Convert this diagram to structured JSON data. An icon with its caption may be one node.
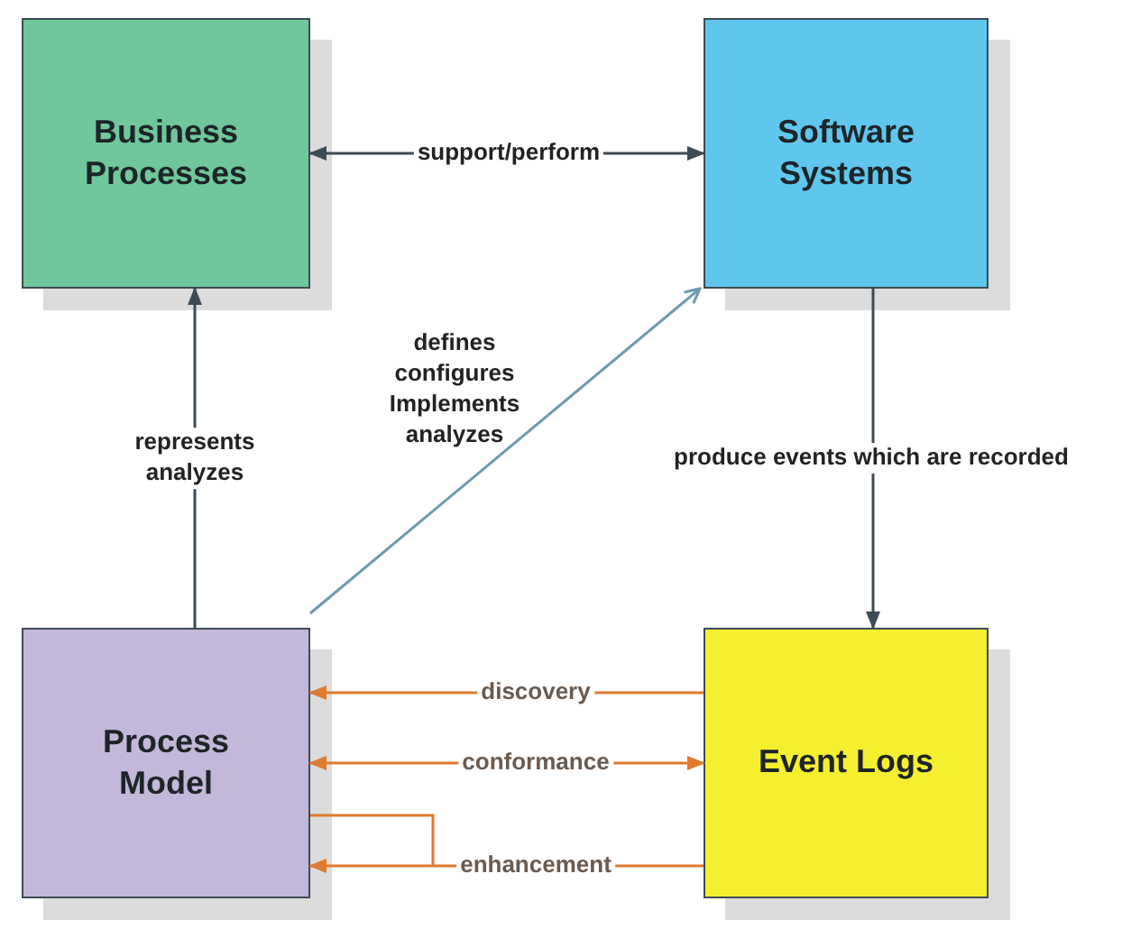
{
  "diagram": {
    "nodes": [
      {
        "text": [
          "Business Processes"
        ]
      },
      {
        "text": [
          "Software Systems"
        ]
      },
      {
        "text": [
          "Process Model"
        ]
      },
      {
        "text": [
          "Event Logs"
        ]
      }
    ],
    "edges": [
      {
        "from": 0,
        "to": 1,
        "arrow": "both",
        "label": "support/perform"
      },
      {
        "from": 2,
        "to": 0,
        "arrow": "to",
        "label": "represents analyzes"
      },
      {
        "from": 2,
        "to": 1,
        "arrow": "to",
        "label": "defines configures Implements analyzes",
        "color": "#6a9bb0"
      },
      {
        "from": 1,
        "to": 3,
        "arrow": "to",
        "label": "produce events which are recorded"
      },
      {
        "from": 3,
        "to": 2,
        "arrow": "to",
        "label": "discovery",
        "color": "#e07a2e"
      },
      {
        "from": 2,
        "to": 3,
        "arrow": "both",
        "label": "conformance",
        "color": "#e07a2e"
      },
      {
        "from": 3,
        "to": 2,
        "arrow": "to",
        "label": "enhancement",
        "color": "#e07a2e"
      }
    ]
  }
}
